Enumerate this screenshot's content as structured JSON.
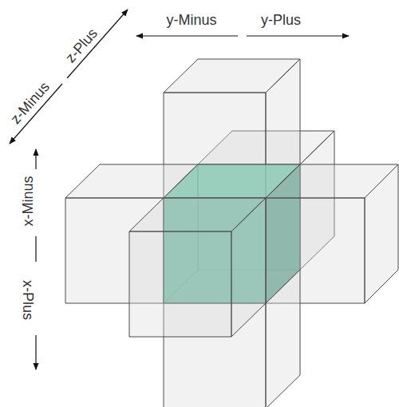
{
  "diagram": {
    "labels": [
      "y-Minus",
      "y-Plus",
      "z-Minus",
      "z-Plus",
      "x-Minus",
      "x-Plus"
    ]
  }
}
